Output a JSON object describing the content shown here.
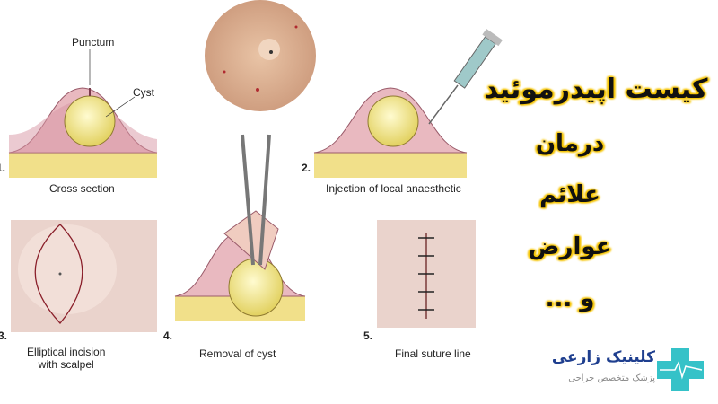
{
  "panels": [
    {
      "number": "1.",
      "caption": "Cross section"
    },
    {
      "number": "2.",
      "caption": "Injection of local anaesthetic"
    },
    {
      "number": "3.",
      "caption": "Elliptical incision\nwith scalpel"
    },
    {
      "number": "4.",
      "caption": "Removal of cyst"
    },
    {
      "number": "5.",
      "caption": "Final suture line"
    }
  ],
  "labels": {
    "punctum": "Punctum",
    "cyst": "Cyst"
  },
  "headline": {
    "title": "کیست اپیدرموئید",
    "lines": [
      "درمان",
      "علائم",
      "عوارض",
      "و ..."
    ]
  },
  "logo": {
    "name": "کلینیک زارعی",
    "subtitle": "پزشک متخصص جراحی",
    "icon": "medical-cross-heartbeat-icon"
  },
  "colors": {
    "skin": "#e9b9c0",
    "cyst": "#efe27a",
    "fat": "#f1e08a",
    "text_highlight": "#f5c400",
    "logo_blue": "#1f3f8f",
    "logo_teal": "#35c2c8"
  }
}
